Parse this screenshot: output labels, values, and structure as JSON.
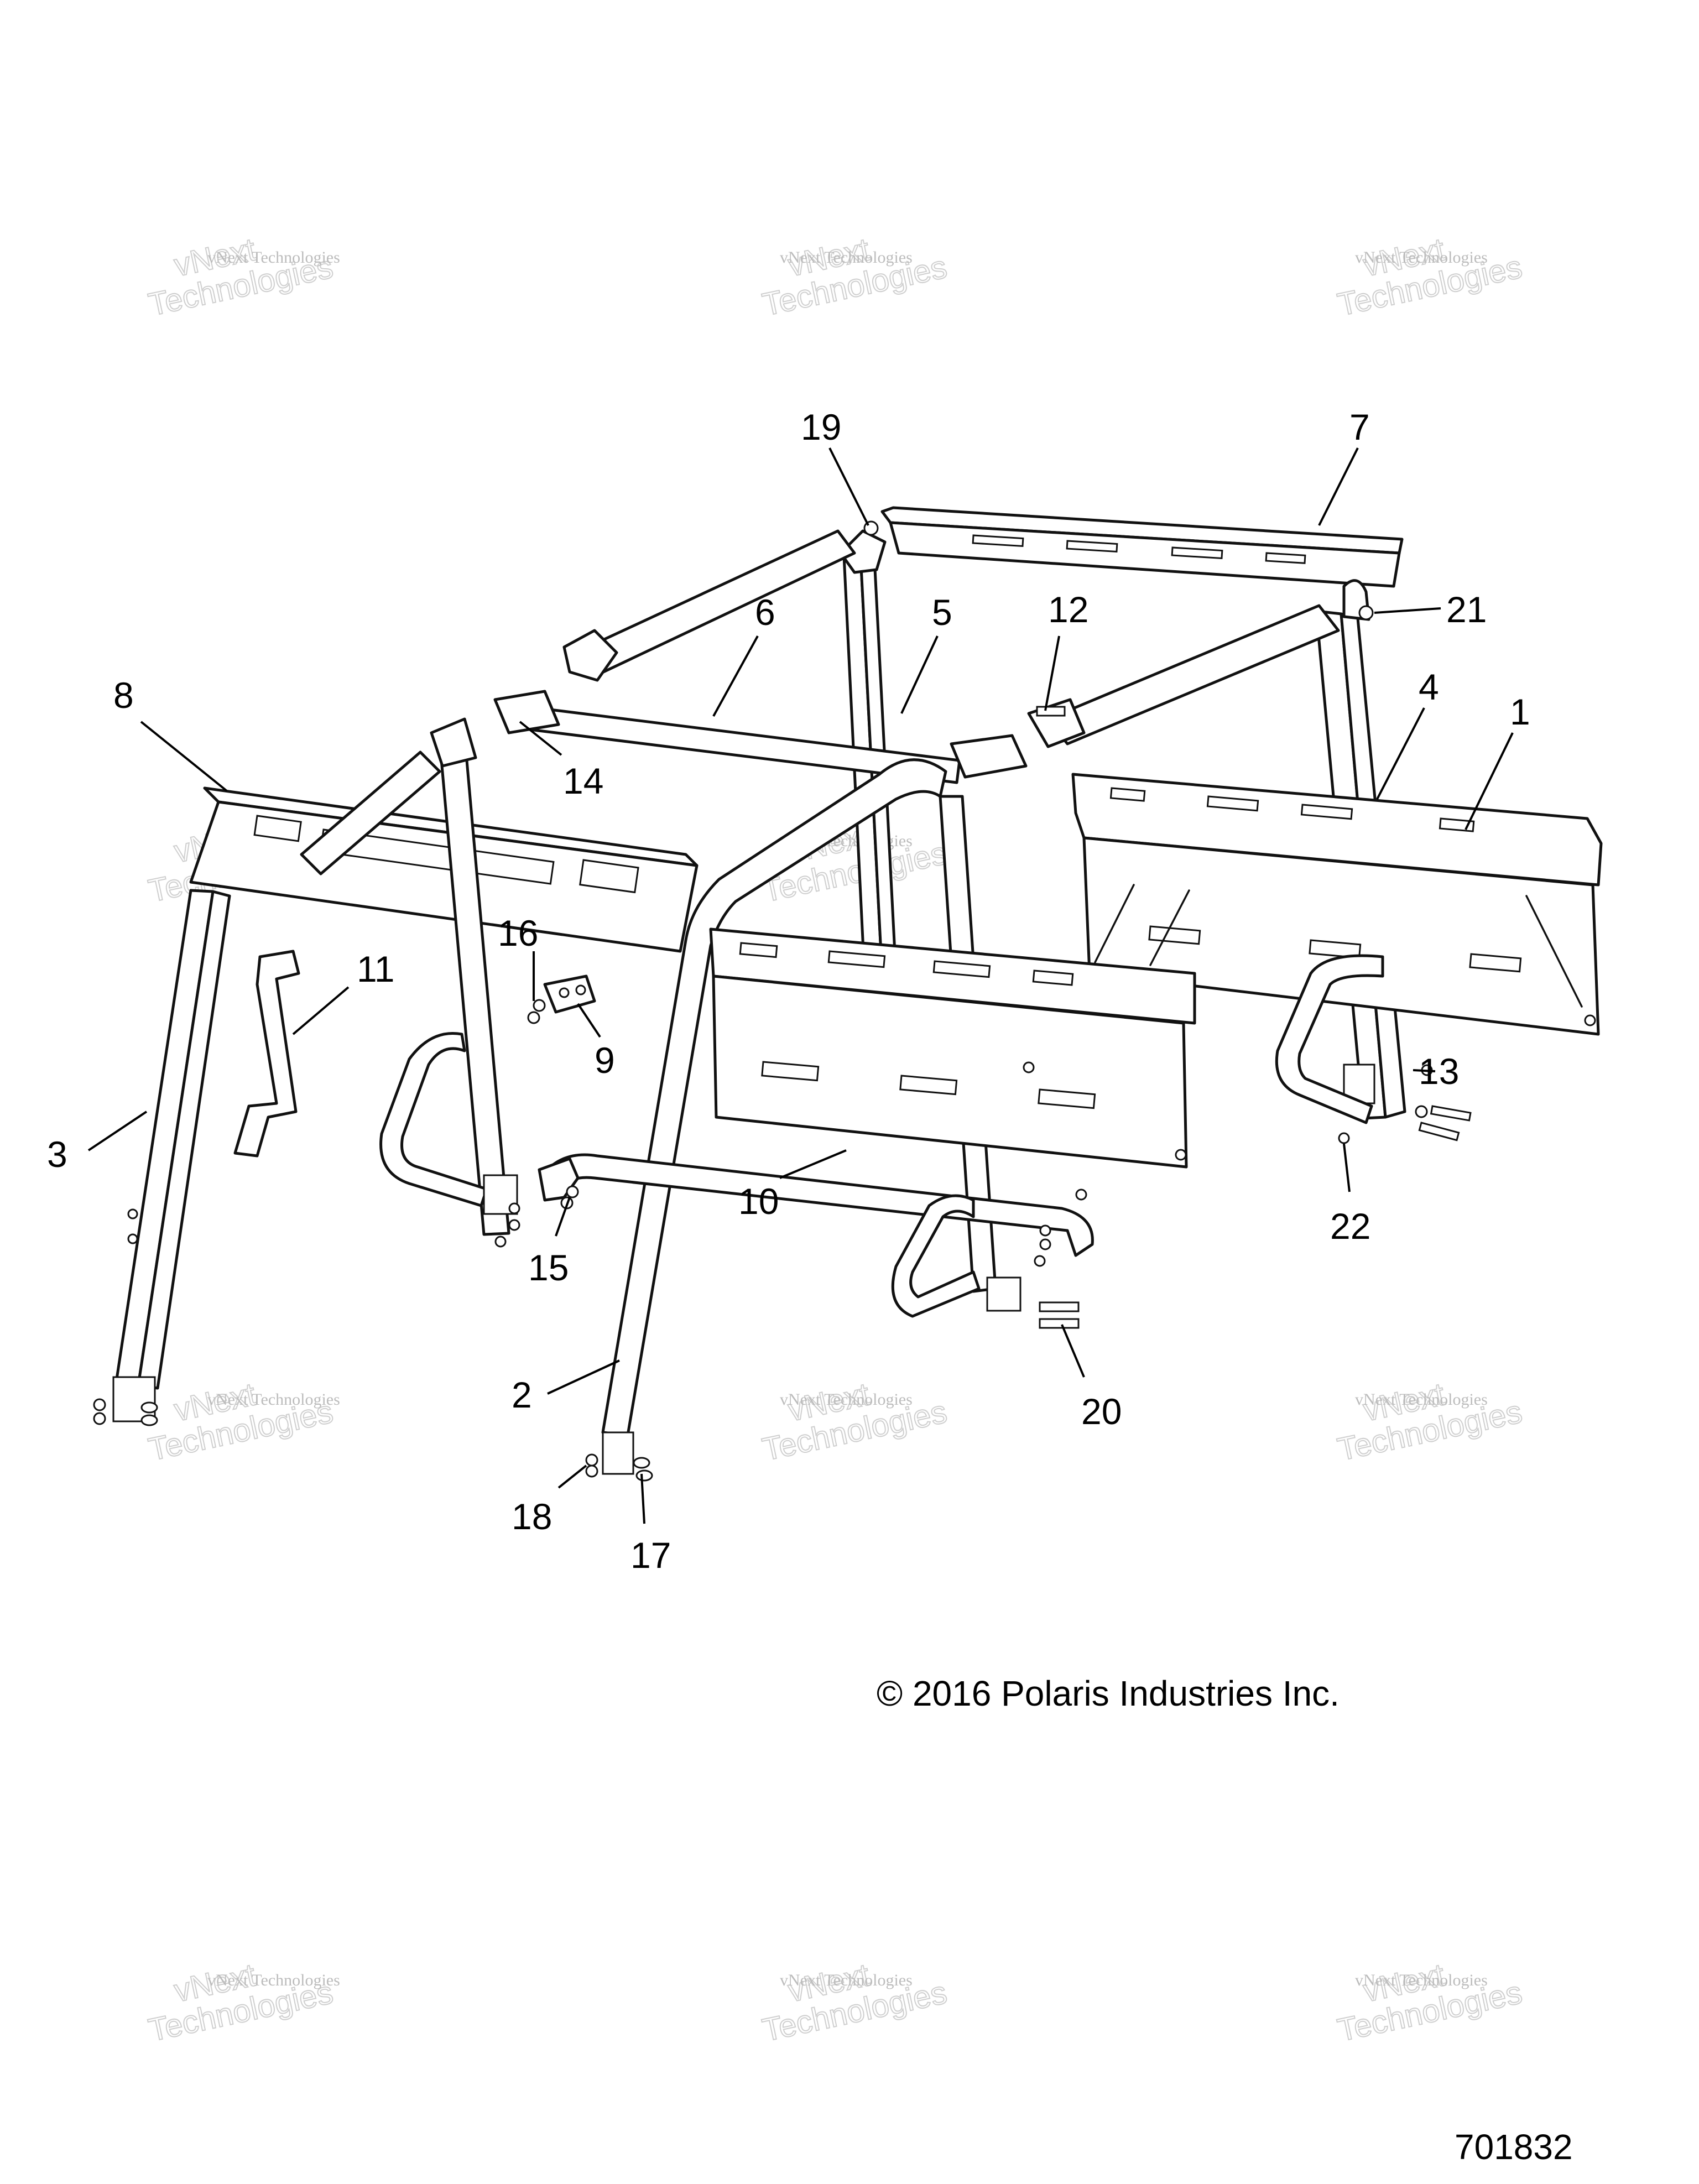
{
  "watermark": {
    "line1": "vNext Technologies",
    "line2_a": "vNext",
    "line2_b": "Technologies"
  },
  "callouts": {
    "c1": "1",
    "c2": "2",
    "c3": "3",
    "c4": "4",
    "c5": "5",
    "c6": "6",
    "c7": "7",
    "c8": "8",
    "c9": "9",
    "c10": "10",
    "c11": "11",
    "c12": "12",
    "c13": "13",
    "c14": "14",
    "c15": "15",
    "c16": "16",
    "c17": "17",
    "c18": "18",
    "c19": "19",
    "c20": "20",
    "c21": "21",
    "c22": "22"
  },
  "copyright": "© 2016 Polaris Industries Inc.",
  "figure_number": "701832"
}
